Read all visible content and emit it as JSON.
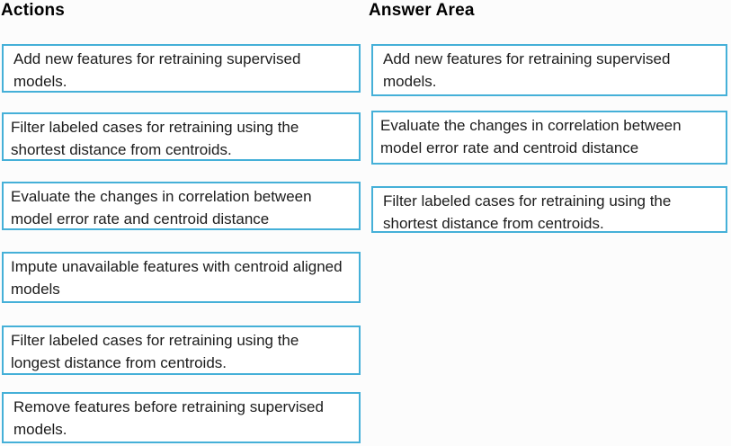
{
  "page": {
    "accent_color": "#45b0d8",
    "background_color": "#fcfcfc",
    "text_color": "#1c1c1c"
  },
  "actions": {
    "title": "Actions",
    "items": [
      {
        "text": "Add new features for retraining supervised models."
      },
      {
        "text": "Filter labeled cases for retraining using the shortest distance from centroids."
      },
      {
        "text": "Evaluate the changes in correlation between model error rate and centroid distance"
      },
      {
        "text": "Impute unavailable features with centroid aligned models"
      },
      {
        "text": "Filter labeled cases for retraining using the longest distance from centroids."
      },
      {
        "text": "Remove features before retraining supervised models."
      }
    ]
  },
  "answer_area": {
    "title": "Answer Area",
    "items": [
      {
        "text": "Add new features for retraining supervised models."
      },
      {
        "text": "Evaluate the changes in correlation between model error rate and centroid distance"
      },
      {
        "text": "Filter labeled cases for retraining using the shortest distance from centroids."
      }
    ]
  }
}
